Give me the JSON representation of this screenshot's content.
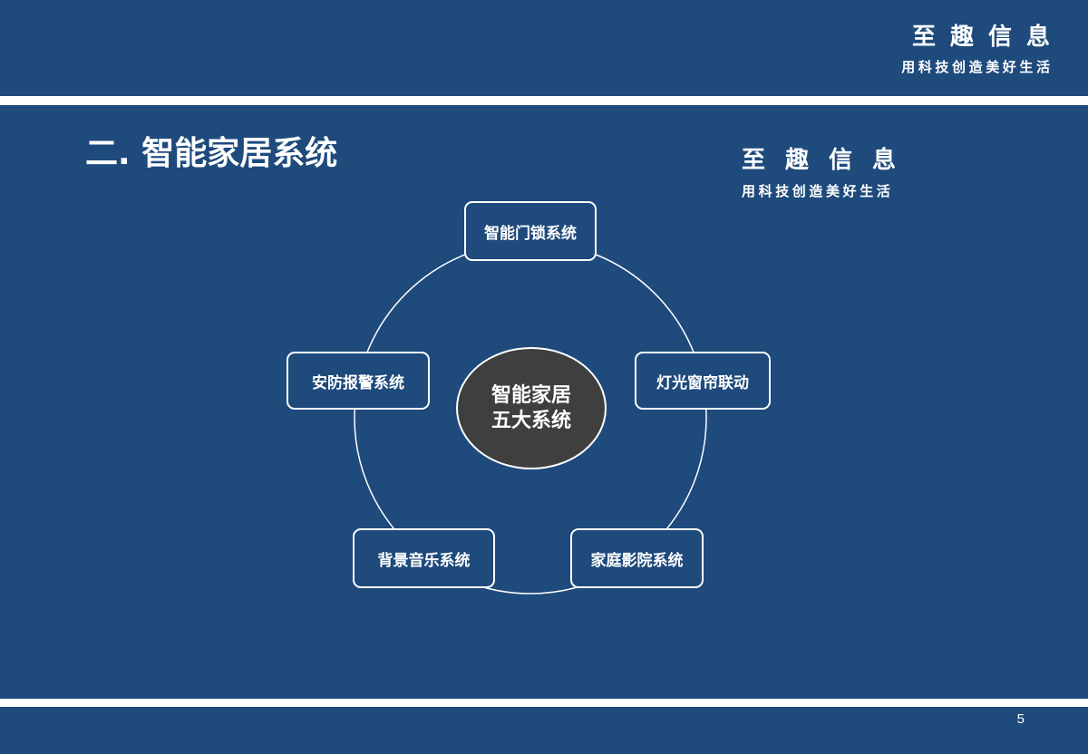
{
  "header": {
    "brand_name": "至趣信息",
    "brand_slogan": "用科技创造美好生活"
  },
  "slide": {
    "title": "二. 智能家居系统",
    "brand_name": "至趣信息",
    "brand_slogan": "用科技创造美好生活"
  },
  "diagram": {
    "center_line1": "智能家居",
    "center_line2": "五大系统",
    "nodes": [
      {
        "label": "智能门锁系统"
      },
      {
        "label": "灯光窗帘联动"
      },
      {
        "label": "家庭影院系统"
      },
      {
        "label": "背景音乐系统"
      },
      {
        "label": "安防报警系统"
      }
    ]
  },
  "footer": {
    "page_number": "5"
  },
  "colors": {
    "background": "#1e4a7c",
    "hub_fill": "#3f3f3f",
    "line": "#ffffff"
  }
}
